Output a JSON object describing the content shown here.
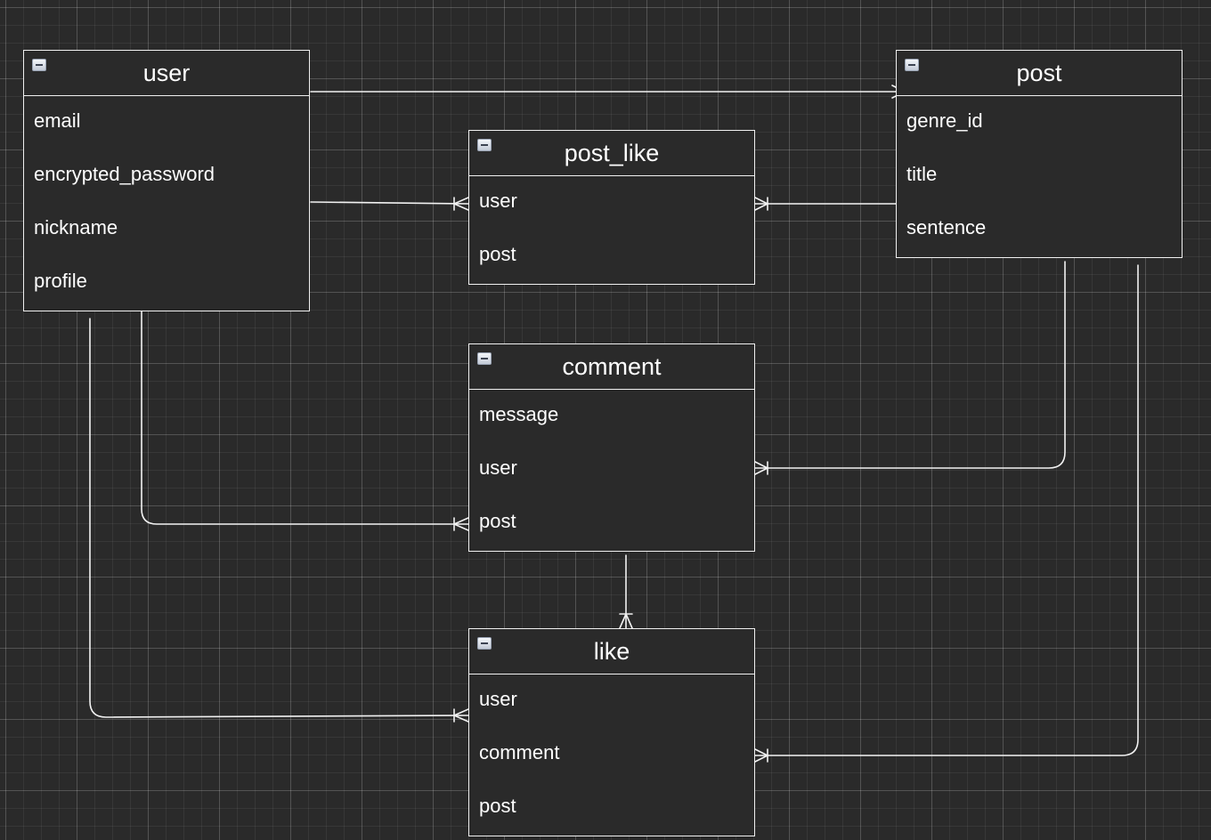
{
  "entities": {
    "user": {
      "title": "user",
      "fields": [
        "email",
        "encrypted_password",
        "nickname",
        "profile"
      ]
    },
    "post": {
      "title": "post",
      "fields": [
        "genre_id",
        "title",
        "sentence"
      ]
    },
    "post_like": {
      "title": "post_like",
      "fields": [
        "user",
        "post"
      ]
    },
    "comment": {
      "title": "comment",
      "fields": [
        "message",
        "user",
        "post"
      ]
    },
    "like": {
      "title": "like",
      "fields": [
        "user",
        "comment",
        "post"
      ]
    }
  },
  "relationships": [
    {
      "from": "user",
      "to": "post",
      "cardinality": "one-to-many"
    },
    {
      "from": "user",
      "to": "post_like",
      "cardinality": "one-to-many"
    },
    {
      "from": "post",
      "to": "post_like",
      "cardinality": "one-to-many"
    },
    {
      "from": "user",
      "to": "comment",
      "cardinality": "one-to-many"
    },
    {
      "from": "post",
      "to": "comment",
      "cardinality": "one-to-many"
    },
    {
      "from": "comment",
      "to": "like",
      "cardinality": "one-to-many"
    },
    {
      "from": "user",
      "to": "like",
      "cardinality": "one-to-many"
    },
    {
      "from": "post",
      "to": "like",
      "cardinality": "one-to-many"
    }
  ],
  "colors": {
    "background": "#2a2a2a",
    "line": "#f2f2f2",
    "text": "#ffffff"
  }
}
